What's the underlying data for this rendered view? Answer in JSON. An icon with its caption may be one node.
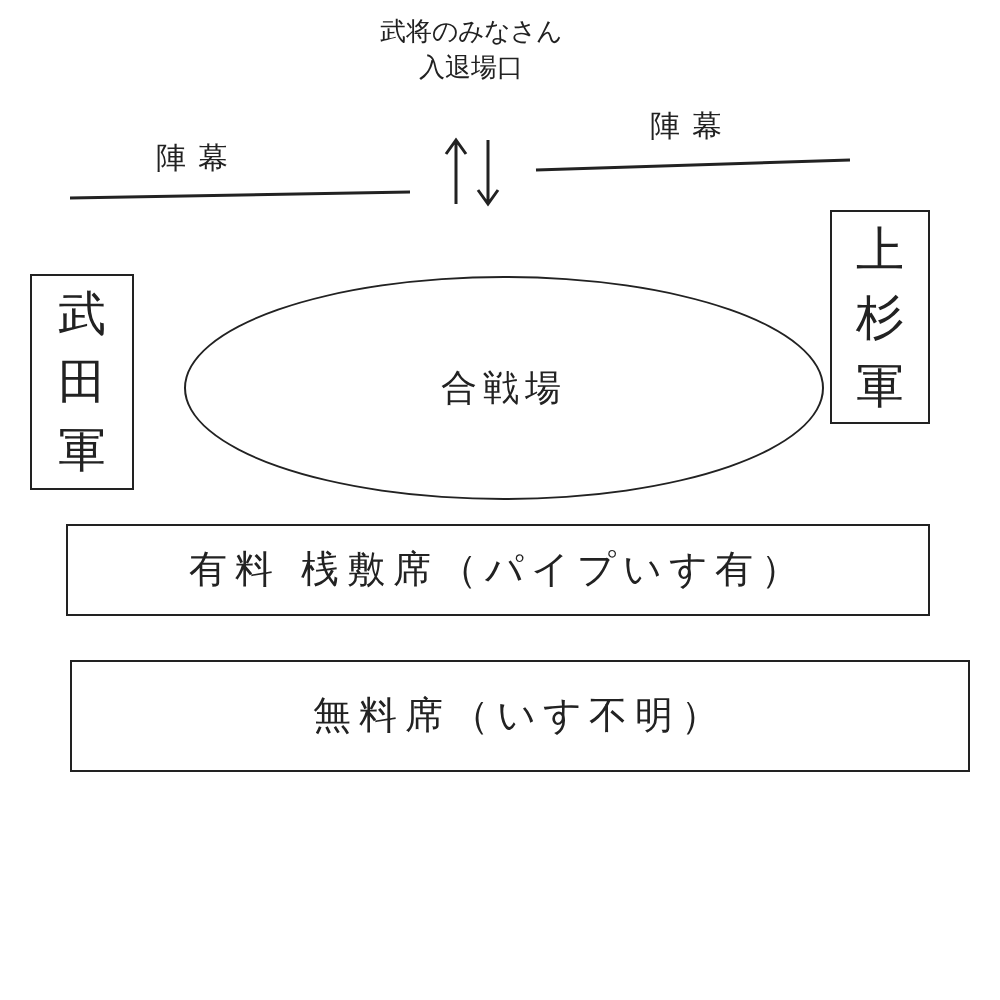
{
  "diagram": {
    "nodes": [
      {
        "text": [
          "武田軍"
        ]
      },
      {
        "text": [
          "合戦場"
        ]
      },
      {
        "text": [
          "上杉軍"
        ]
      },
      {
        "text": [
          "有料 桟敷席（パイプいす有）"
        ]
      },
      {
        "text": [
          "無料席（いす不明）"
        ]
      }
    ],
    "labels": [
      "武将のみなさん入退場口",
      "陣幕",
      "陣幕"
    ]
  }
}
